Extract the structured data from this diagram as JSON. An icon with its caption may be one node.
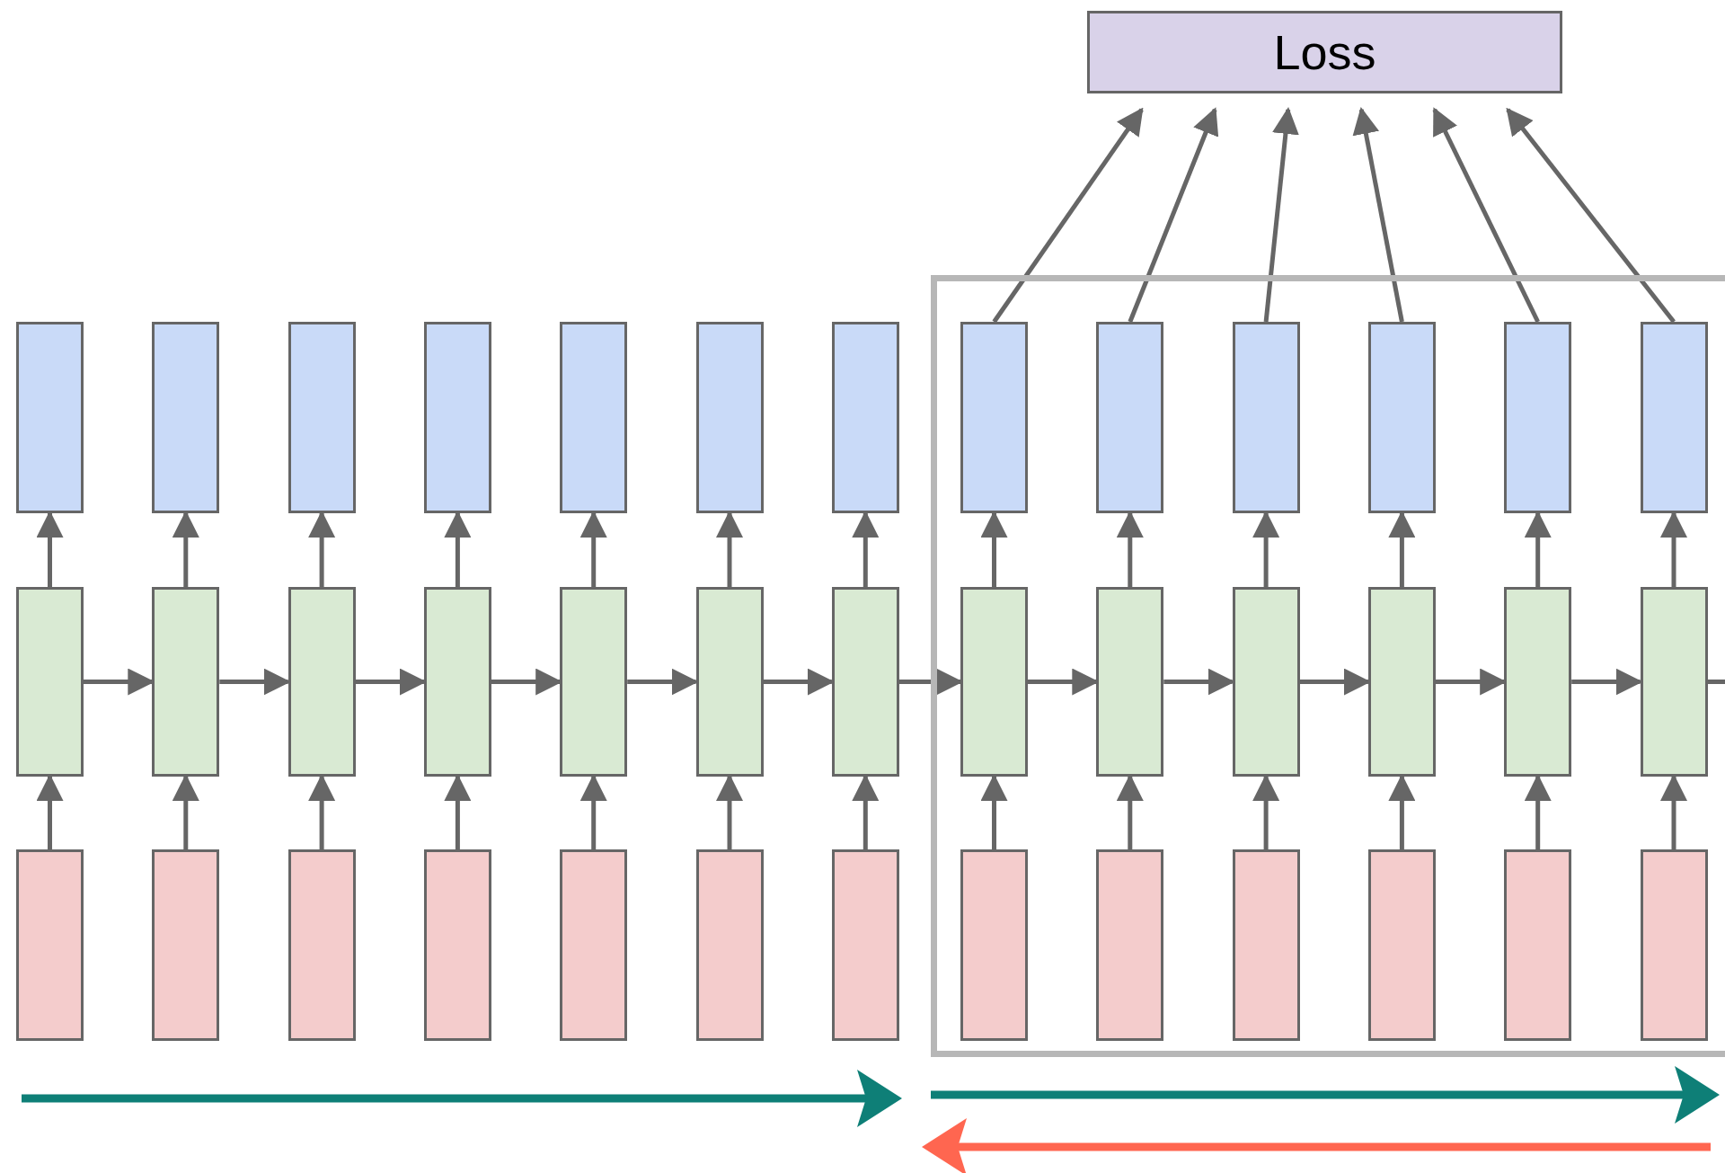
{
  "diagram": {
    "nodes": [
      {
        "text": [
          "Loss"
        ]
      },
      {
        "text": [],
        "shape": "box"
      },
      {
        "text": [],
        "shape": "box"
      },
      {
        "text": [],
        "shape": "box"
      },
      {
        "text": [],
        "shape": "box"
      },
      {
        "text": [],
        "shape": "box"
      },
      {
        "text": [],
        "shape": "box"
      },
      {
        "text": [],
        "shape": "box"
      },
      {
        "text": [],
        "shape": "box"
      },
      {
        "text": [],
        "shape": "box",
        "in": 1
      },
      {
        "text": [],
        "shape": "box",
        "in": 1
      },
      {
        "text": [],
        "shape": "box",
        "in": 1
      },
      {
        "text": [],
        "shape": "box",
        "in": 1
      },
      {
        "text": [],
        "shape": "box",
        "in": 1
      },
      {
        "text": [],
        "shape": "box",
        "in": 1
      },
      {
        "text": [],
        "shape": "box"
      },
      {
        "text": [],
        "shape": "box"
      },
      {
        "text": [],
        "shape": "box"
      },
      {
        "text": [],
        "shape": "box"
      },
      {
        "text": [],
        "shape": "box"
      },
      {
        "text": [],
        "shape": "box"
      },
      {
        "text": [],
        "shape": "box"
      },
      {
        "text": [],
        "shape": "box",
        "in": 1
      },
      {
        "text": [],
        "shape": "box",
        "in": 1
      },
      {
        "text": [],
        "shape": "box",
        "in": 1
      },
      {
        "text": [],
        "shape": "box",
        "in": 1
      },
      {
        "text": [],
        "shape": "box",
        "in": 1
      },
      {
        "text": [],
        "shape": "box",
        "in": 1
      },
      {
        "text": [],
        "shape": "box"
      },
      {
        "text": [],
        "shape": "box"
      },
      {
        "text": [],
        "shape": "box"
      },
      {
        "text": [],
        "shape": "box"
      },
      {
        "text": [],
        "shape": "box"
      },
      {
        "text": [],
        "shape": "box"
      },
      {
        "text": [],
        "shape": "box"
      },
      {
        "text": [],
        "shape": "box",
        "in": 1
      },
      {
        "text": [],
        "shape": "box",
        "in": 1
      },
      {
        "text": [],
        "shape": "box",
        "in": 1
      },
      {
        "text": [],
        "shape": "box",
        "in": 1
      },
      {
        "text": [],
        "shape": "box",
        "in": 1
      },
      {
        "text": [],
        "shape": "box",
        "in": 1
      }
    ],
    "edges": [
      {
        "from": 28,
        "to": 15,
        "arrow": "to"
      },
      {
        "from": 29,
        "to": 16,
        "arrow": "to"
      },
      {
        "from": 30,
        "to": 17,
        "arrow": "to"
      },
      {
        "from": 31,
        "to": 18,
        "arrow": "to"
      },
      {
        "from": 32,
        "to": 19,
        "arrow": "to"
      },
      {
        "from": 33,
        "to": 20,
        "arrow": "to"
      },
      {
        "from": 34,
        "to": 21,
        "arrow": "to"
      },
      {
        "from": 35,
        "to": 22,
        "arrow": "to"
      },
      {
        "from": 36,
        "to": 23,
        "arrow": "to"
      },
      {
        "from": 37,
        "to": 24,
        "arrow": "to"
      },
      {
        "from": 38,
        "to": 25,
        "arrow": "to"
      },
      {
        "from": 39,
        "to": 26,
        "arrow": "to"
      },
      {
        "from": 40,
        "to": 27,
        "arrow": "to"
      },
      {
        "from": 15,
        "to": 2,
        "arrow": "to"
      },
      {
        "from": 16,
        "to": 3,
        "arrow": "to"
      },
      {
        "from": 17,
        "to": 4,
        "arrow": "to"
      },
      {
        "from": 18,
        "to": 5,
        "arrow": "to"
      },
      {
        "from": 19,
        "to": 6,
        "arrow": "to"
      },
      {
        "from": 20,
        "to": 7,
        "arrow": "to"
      },
      {
        "from": 21,
        "to": 8,
        "arrow": "to"
      },
      {
        "from": 22,
        "to": 9,
        "arrow": "to"
      },
      {
        "from": 23,
        "to": 10,
        "arrow": "to"
      },
      {
        "from": 24,
        "to": 11,
        "arrow": "to"
      },
      {
        "from": 25,
        "to": 12,
        "arrow": "to"
      },
      {
        "from": 26,
        "to": 13,
        "arrow": "to"
      },
      {
        "from": 27,
        "to": 14,
        "arrow": "to"
      },
      {
        "from": 15,
        "to": 16,
        "arrow": "to"
      },
      {
        "from": 16,
        "to": 17,
        "arrow": "to"
      },
      {
        "from": 17,
        "to": 18,
        "arrow": "to"
      },
      {
        "from": 18,
        "to": 19,
        "arrow": "to"
      },
      {
        "from": 19,
        "to": 20,
        "arrow": "to"
      },
      {
        "from": 20,
        "to": 21,
        "arrow": "to"
      },
      {
        "from": 21,
        "to": 22,
        "arrow": "to"
      },
      {
        "from": 22,
        "to": 23,
        "arrow": "to"
      },
      {
        "from": 23,
        "to": 24,
        "arrow": "to"
      },
      {
        "from": 24,
        "to": 25,
        "arrow": "to"
      },
      {
        "from": 25,
        "to": 26,
        "arrow": "to"
      },
      {
        "from": 26,
        "to": 27,
        "arrow": "to"
      },
      {
        "from": 27,
        "to": null,
        "arrow": "none"
      },
      {
        "from": 9,
        "to": 0,
        "arrow": "to"
      },
      {
        "from": 10,
        "to": 0,
        "arrow": "to"
      },
      {
        "from": 11,
        "to": 0,
        "arrow": "to"
      },
      {
        "from": 12,
        "to": 0,
        "arrow": "to"
      },
      {
        "from": 13,
        "to": 0,
        "arrow": "to"
      },
      {
        "from": 14,
        "to": 0,
        "arrow": "to"
      }
    ]
  }
}
